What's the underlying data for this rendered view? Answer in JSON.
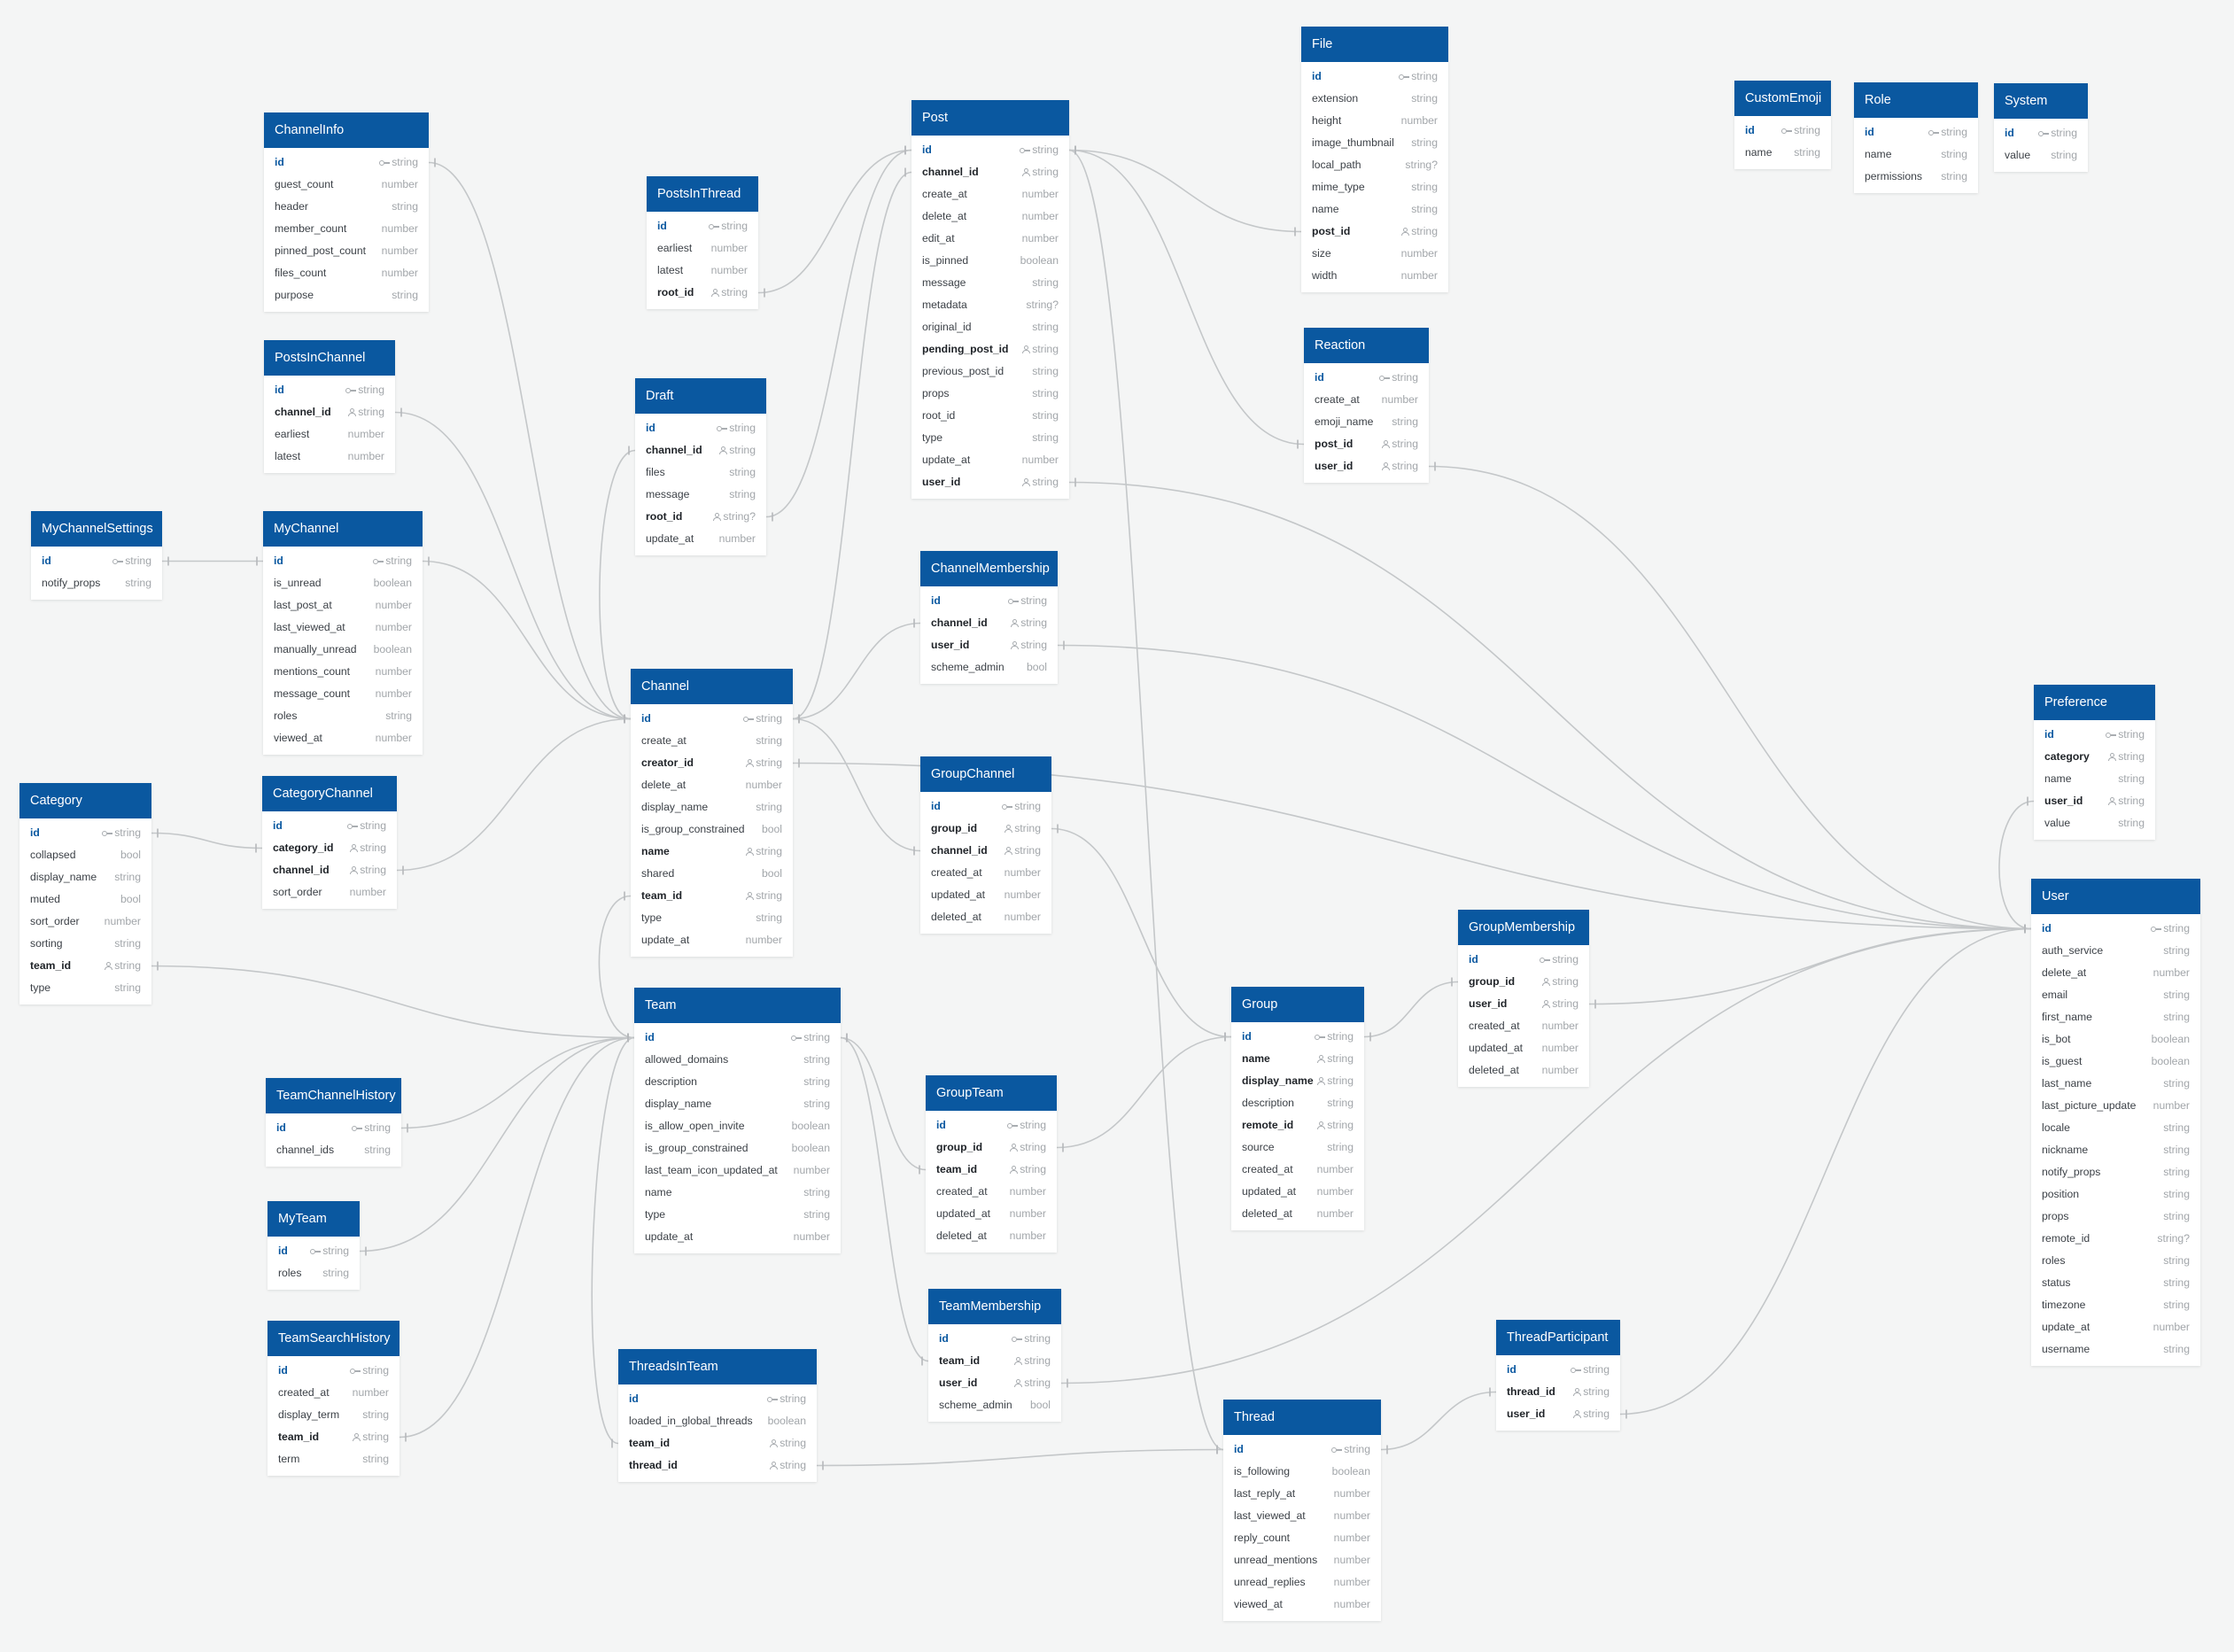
{
  "tables": [
    {
      "name": "File",
      "fields": [
        [
          "id",
          "string",
          "pk"
        ],
        [
          "extension",
          "string",
          ""
        ],
        [
          "height",
          "number",
          ""
        ],
        [
          "image_thumbnail",
          "string",
          ""
        ],
        [
          "local_path",
          "string?",
          ""
        ],
        [
          "mime_type",
          "string",
          ""
        ],
        [
          "name",
          "string",
          ""
        ],
        [
          "post_id",
          "string",
          "fk"
        ],
        [
          "size",
          "number",
          ""
        ],
        [
          "width",
          "number",
          ""
        ]
      ]
    },
    {
      "name": "CustomEmoji",
      "fields": [
        [
          "id",
          "string",
          "pk"
        ],
        [
          "name",
          "string",
          ""
        ]
      ]
    },
    {
      "name": "Role",
      "fields": [
        [
          "id",
          "string",
          "pk"
        ],
        [
          "name",
          "string",
          ""
        ],
        [
          "permissions",
          "string",
          ""
        ]
      ]
    },
    {
      "name": "System",
      "fields": [
        [
          "id",
          "string",
          "pk"
        ],
        [
          "value",
          "string",
          ""
        ]
      ]
    },
    {
      "name": "ChannelInfo",
      "fields": [
        [
          "id",
          "string",
          "pk"
        ],
        [
          "guest_count",
          "number",
          ""
        ],
        [
          "header",
          "string",
          ""
        ],
        [
          "member_count",
          "number",
          ""
        ],
        [
          "pinned_post_count",
          "number",
          ""
        ],
        [
          "files_count",
          "number",
          ""
        ],
        [
          "purpose",
          "string",
          ""
        ]
      ]
    },
    {
      "name": "Post",
      "fields": [
        [
          "id",
          "string",
          "pk"
        ],
        [
          "channel_id",
          "string",
          "fk"
        ],
        [
          "create_at",
          "number",
          ""
        ],
        [
          "delete_at",
          "number",
          ""
        ],
        [
          "edit_at",
          "number",
          ""
        ],
        [
          "is_pinned",
          "boolean",
          ""
        ],
        [
          "message",
          "string",
          ""
        ],
        [
          "metadata",
          "string?",
          ""
        ],
        [
          "original_id",
          "string",
          ""
        ],
        [
          "pending_post_id",
          "string",
          "fk"
        ],
        [
          "previous_post_id",
          "string",
          ""
        ],
        [
          "props",
          "string",
          ""
        ],
        [
          "root_id",
          "string",
          ""
        ],
        [
          "type",
          "string",
          ""
        ],
        [
          "update_at",
          "number",
          ""
        ],
        [
          "user_id",
          "string",
          "fk"
        ]
      ]
    },
    {
      "name": "PostsInThread",
      "fields": [
        [
          "id",
          "string",
          "pk"
        ],
        [
          "earliest",
          "number",
          ""
        ],
        [
          "latest",
          "number",
          ""
        ],
        [
          "root_id",
          "string",
          "fk"
        ]
      ]
    },
    {
      "name": "PostsInChannel",
      "fields": [
        [
          "id",
          "string",
          "pk"
        ],
        [
          "channel_id",
          "string",
          "fk"
        ],
        [
          "earliest",
          "number",
          ""
        ],
        [
          "latest",
          "number",
          ""
        ]
      ]
    },
    {
      "name": "Draft",
      "fields": [
        [
          "id",
          "string",
          "pk"
        ],
        [
          "channel_id",
          "string",
          "fk"
        ],
        [
          "files",
          "string",
          ""
        ],
        [
          "message",
          "string",
          ""
        ],
        [
          "root_id",
          "string?",
          "fk"
        ],
        [
          "update_at",
          "number",
          ""
        ]
      ]
    },
    {
      "name": "Reaction",
      "fields": [
        [
          "id",
          "string",
          "pk"
        ],
        [
          "create_at",
          "number",
          ""
        ],
        [
          "emoji_name",
          "string",
          ""
        ],
        [
          "post_id",
          "string",
          "fk"
        ],
        [
          "user_id",
          "string",
          "fk"
        ]
      ]
    },
    {
      "name": "MyChannelSettings",
      "fields": [
        [
          "id",
          "string",
          "pk"
        ],
        [
          "notify_props",
          "string",
          ""
        ]
      ]
    },
    {
      "name": "MyChannel",
      "fields": [
        [
          "id",
          "string",
          "pk"
        ],
        [
          "is_unread",
          "boolean",
          ""
        ],
        [
          "last_post_at",
          "number",
          ""
        ],
        [
          "last_viewed_at",
          "number",
          ""
        ],
        [
          "manually_unread",
          "boolean",
          ""
        ],
        [
          "mentions_count",
          "number",
          ""
        ],
        [
          "message_count",
          "number",
          ""
        ],
        [
          "roles",
          "string",
          ""
        ],
        [
          "viewed_at",
          "number",
          ""
        ]
      ]
    },
    {
      "name": "ChannelMembership",
      "fields": [
        [
          "id",
          "string",
          "pk"
        ],
        [
          "channel_id",
          "string",
          "fk"
        ],
        [
          "user_id",
          "string",
          "fk"
        ],
        [
          "scheme_admin",
          "bool",
          ""
        ]
      ]
    },
    {
      "name": "Channel",
      "fields": [
        [
          "id",
          "string",
          "pk"
        ],
        [
          "create_at",
          "string",
          ""
        ],
        [
          "creator_id",
          "string",
          "fk"
        ],
        [
          "delete_at",
          "number",
          ""
        ],
        [
          "display_name",
          "string",
          ""
        ],
        [
          "is_group_constrained",
          "bool",
          ""
        ],
        [
          "name",
          "string",
          "fk"
        ],
        [
          "shared",
          "bool",
          ""
        ],
        [
          "team_id",
          "string",
          "fk"
        ],
        [
          "type",
          "string",
          ""
        ],
        [
          "update_at",
          "number",
          ""
        ]
      ]
    },
    {
      "name": "Preference",
      "fields": [
        [
          "id",
          "string",
          "pk"
        ],
        [
          "category",
          "string",
          "fk"
        ],
        [
          "name",
          "string",
          ""
        ],
        [
          "user_id",
          "string",
          "fk"
        ],
        [
          "value",
          "string",
          ""
        ]
      ]
    },
    {
      "name": "GroupChannel",
      "fields": [
        [
          "id",
          "string",
          "pk"
        ],
        [
          "group_id",
          "string",
          "fk"
        ],
        [
          "channel_id",
          "string",
          "fk"
        ],
        [
          "created_at",
          "number",
          ""
        ],
        [
          "updated_at",
          "number",
          ""
        ],
        [
          "deleted_at",
          "number",
          ""
        ]
      ]
    },
    {
      "name": "Category",
      "fields": [
        [
          "id",
          "string",
          "pk"
        ],
        [
          "collapsed",
          "bool",
          ""
        ],
        [
          "display_name",
          "string",
          ""
        ],
        [
          "muted",
          "bool",
          ""
        ],
        [
          "sort_order",
          "number",
          ""
        ],
        [
          "sorting",
          "string",
          ""
        ],
        [
          "team_id",
          "string",
          "fk"
        ],
        [
          "type",
          "string",
          ""
        ]
      ]
    },
    {
      "name": "CategoryChannel",
      "fields": [
        [
          "id",
          "string",
          "pk"
        ],
        [
          "category_id",
          "string",
          "fk"
        ],
        [
          "channel_id",
          "string",
          "fk"
        ],
        [
          "sort_order",
          "number",
          ""
        ]
      ]
    },
    {
      "name": "User",
      "fields": [
        [
          "id",
          "string",
          "pk"
        ],
        [
          "auth_service",
          "string",
          ""
        ],
        [
          "delete_at",
          "number",
          ""
        ],
        [
          "email",
          "string",
          ""
        ],
        [
          "first_name",
          "string",
          ""
        ],
        [
          "is_bot",
          "boolean",
          ""
        ],
        [
          "is_guest",
          "boolean",
          ""
        ],
        [
          "last_name",
          "string",
          ""
        ],
        [
          "last_picture_update",
          "number",
          ""
        ],
        [
          "locale",
          "string",
          ""
        ],
        [
          "nickname",
          "string",
          ""
        ],
        [
          "notify_props",
          "string",
          ""
        ],
        [
          "position",
          "string",
          ""
        ],
        [
          "props",
          "string",
          ""
        ],
        [
          "remote_id",
          "string?",
          ""
        ],
        [
          "roles",
          "string",
          ""
        ],
        [
          "status",
          "string",
          ""
        ],
        [
          "timezone",
          "string",
          ""
        ],
        [
          "update_at",
          "number",
          ""
        ],
        [
          "username",
          "string",
          ""
        ]
      ]
    },
    {
      "name": "GroupMembership",
      "fields": [
        [
          "id",
          "string",
          "pk"
        ],
        [
          "group_id",
          "string",
          "fk"
        ],
        [
          "user_id",
          "string",
          "fk"
        ],
        [
          "created_at",
          "number",
          ""
        ],
        [
          "updated_at",
          "number",
          ""
        ],
        [
          "deleted_at",
          "number",
          ""
        ]
      ]
    },
    {
      "name": "Team",
      "fields": [
        [
          "id",
          "string",
          "pk"
        ],
        [
          "allowed_domains",
          "string",
          ""
        ],
        [
          "description",
          "string",
          ""
        ],
        [
          "display_name",
          "string",
          ""
        ],
        [
          "is_allow_open_invite",
          "boolean",
          ""
        ],
        [
          "is_group_constrained",
          "boolean",
          ""
        ],
        [
          "last_team_icon_updated_at",
          "number",
          ""
        ],
        [
          "name",
          "string",
          ""
        ],
        [
          "type",
          "string",
          ""
        ],
        [
          "update_at",
          "number",
          ""
        ]
      ]
    },
    {
      "name": "Group",
      "fields": [
        [
          "id",
          "string",
          "pk"
        ],
        [
          "name",
          "string",
          "fk"
        ],
        [
          "display_name",
          "string",
          "fk"
        ],
        [
          "description",
          "string",
          ""
        ],
        [
          "remote_id",
          "string",
          "fk"
        ],
        [
          "source",
          "string",
          ""
        ],
        [
          "created_at",
          "number",
          ""
        ],
        [
          "updated_at",
          "number",
          ""
        ],
        [
          "deleted_at",
          "number",
          ""
        ]
      ]
    },
    {
      "name": "TeamChannelHistory",
      "fields": [
        [
          "id",
          "string",
          "pk"
        ],
        [
          "channel_ids",
          "string",
          ""
        ]
      ]
    },
    {
      "name": "GroupTeam",
      "fields": [
        [
          "id",
          "string",
          "pk"
        ],
        [
          "group_id",
          "string",
          "fk"
        ],
        [
          "team_id",
          "string",
          "fk"
        ],
        [
          "created_at",
          "number",
          ""
        ],
        [
          "updated_at",
          "number",
          ""
        ],
        [
          "deleted_at",
          "number",
          ""
        ]
      ]
    },
    {
      "name": "MyTeam",
      "fields": [
        [
          "id",
          "string",
          "pk"
        ],
        [
          "roles",
          "string",
          ""
        ]
      ]
    },
    {
      "name": "TeamMembership",
      "fields": [
        [
          "id",
          "string",
          "pk"
        ],
        [
          "team_id",
          "string",
          "fk"
        ],
        [
          "user_id",
          "string",
          "fk"
        ],
        [
          "scheme_admin",
          "bool",
          ""
        ]
      ]
    },
    {
      "name": "ThreadParticipant",
      "fields": [
        [
          "id",
          "string",
          "pk"
        ],
        [
          "thread_id",
          "string",
          "fk"
        ],
        [
          "user_id",
          "string",
          "fk"
        ]
      ]
    },
    {
      "name": "TeamSearchHistory",
      "fields": [
        [
          "id",
          "string",
          "pk"
        ],
        [
          "created_at",
          "number",
          ""
        ],
        [
          "display_term",
          "string",
          ""
        ],
        [
          "team_id",
          "string",
          "fk"
        ],
        [
          "term",
          "string",
          ""
        ]
      ]
    },
    {
      "name": "ThreadsInTeam",
      "fields": [
        [
          "id",
          "string",
          "pk"
        ],
        [
          "loaded_in_global_threads",
          "boolean",
          ""
        ],
        [
          "team_id",
          "string",
          "fk"
        ],
        [
          "thread_id",
          "string",
          "fk"
        ]
      ]
    },
    {
      "name": "Thread",
      "fields": [
        [
          "id",
          "string",
          "pk"
        ],
        [
          "is_following",
          "boolean",
          ""
        ],
        [
          "last_reply_at",
          "number",
          ""
        ],
        [
          "last_viewed_at",
          "number",
          ""
        ],
        [
          "reply_count",
          "number",
          ""
        ],
        [
          "unread_mentions",
          "number",
          ""
        ],
        [
          "unread_replies",
          "number",
          ""
        ],
        [
          "viewed_at",
          "number",
          ""
        ]
      ]
    }
  ],
  "relations": [
    [
      "File",
      "post_id",
      "Post",
      "id"
    ],
    [
      "Reaction",
      "post_id",
      "Post",
      "id"
    ],
    [
      "PostsInThread",
      "root_id",
      "Post",
      "id"
    ],
    [
      "Post",
      "channel_id",
      "Channel",
      "id"
    ],
    [
      "ChannelInfo",
      "id",
      "Channel",
      "id"
    ],
    [
      "PostsInChannel",
      "channel_id",
      "Channel",
      "id"
    ],
    [
      "MyChannel",
      "id",
      "Channel",
      "id"
    ],
    [
      "MyChannelSettings",
      "id",
      "MyChannel",
      "id"
    ],
    [
      "Draft",
      "channel_id",
      "Channel",
      "id"
    ],
    [
      "Draft",
      "root_id",
      "Post",
      "id"
    ],
    [
      "CategoryChannel",
      "channel_id",
      "Channel",
      "id"
    ],
    [
      "CategoryChannel",
      "category_id",
      "Category",
      "id"
    ],
    [
      "ChannelMembership",
      "channel_id",
      "Channel",
      "id"
    ],
    [
      "GroupChannel",
      "channel_id",
      "Channel",
      "id"
    ],
    [
      "Channel",
      "creator_id",
      "User",
      "id"
    ],
    [
      "Channel",
      "team_id",
      "Team",
      "id"
    ],
    [
      "Category",
      "team_id",
      "Team",
      "id"
    ],
    [
      "TeamChannelHistory",
      "id",
      "Team",
      "id"
    ],
    [
      "MyTeam",
      "id",
      "Team",
      "id"
    ],
    [
      "TeamSearchHistory",
      "team_id",
      "Team",
      "id"
    ],
    [
      "ThreadsInTeam",
      "team_id",
      "Team",
      "id"
    ],
    [
      "ThreadsInTeam",
      "thread_id",
      "Thread",
      "id"
    ],
    [
      "GroupTeam",
      "team_id",
      "Team",
      "id"
    ],
    [
      "TeamMembership",
      "team_id",
      "Team",
      "id"
    ],
    [
      "GroupTeam",
      "group_id",
      "Group",
      "id"
    ],
    [
      "GroupChannel",
      "group_id",
      "Group",
      "id"
    ],
    [
      "GroupMembership",
      "group_id",
      "Group",
      "id"
    ],
    [
      "Thread",
      "id",
      "Post",
      "id"
    ],
    [
      "ThreadParticipant",
      "thread_id",
      "Thread",
      "id"
    ],
    [
      "Post",
      "user_id",
      "User",
      "id"
    ],
    [
      "Reaction",
      "user_id",
      "User",
      "id"
    ],
    [
      "ChannelMembership",
      "user_id",
      "User",
      "id"
    ],
    [
      "GroupMembership",
      "user_id",
      "User",
      "id"
    ],
    [
      "TeamMembership",
      "user_id",
      "User",
      "id"
    ],
    [
      "ThreadParticipant",
      "user_id",
      "User",
      "id"
    ],
    [
      "Preference",
      "user_id",
      "User",
      "id"
    ]
  ],
  "colors": {
    "header": "#0a58a0",
    "background": "#f4f5f5",
    "edge": "#c4c7c9"
  }
}
